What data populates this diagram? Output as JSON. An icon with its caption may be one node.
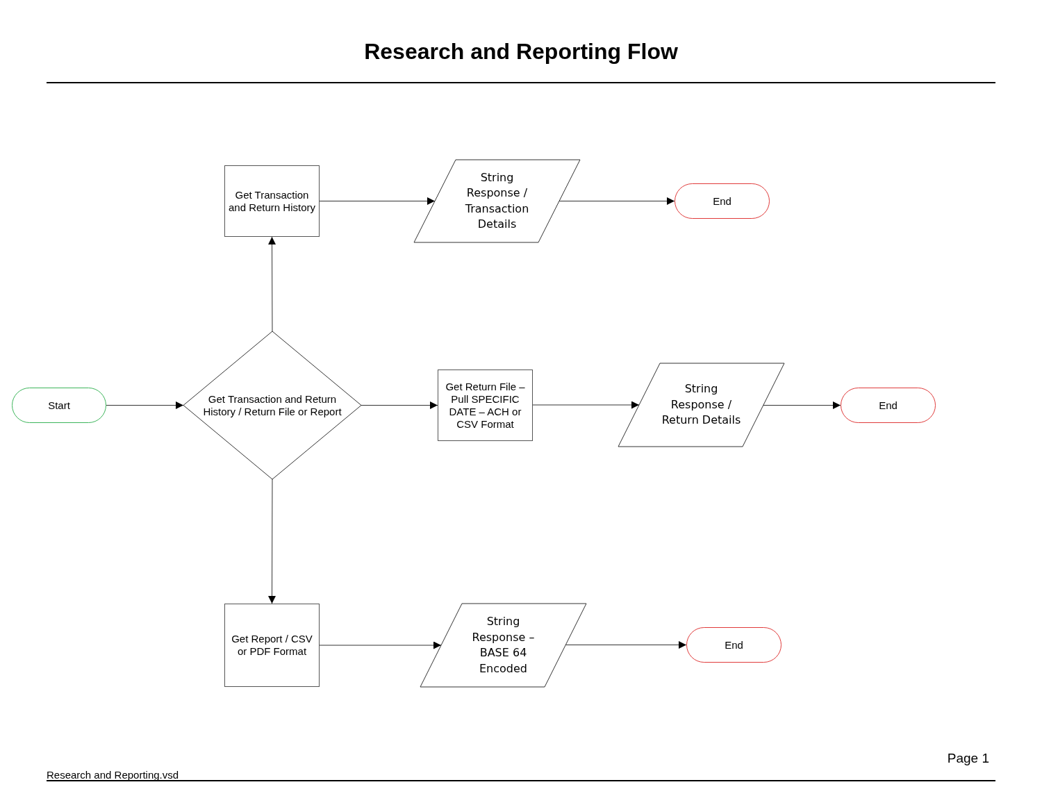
{
  "diagram": {
    "title": "Research and Reporting Flow",
    "nodes": [
      {
        "text": [
          "Start"
        ]
      },
      {
        "text": [
          "Get Transaction and Return History / Return File or Report"
        ]
      },
      {
        "text": [
          "Get Transaction and Return History"
        ]
      },
      {
        "text": [
          "String Response / Transaction Details"
        ]
      },
      {
        "text": [
          "End"
        ]
      },
      {
        "text": [
          "Get Return File – Pull SPECIFIC DATE – ACH or CSV Format"
        ]
      },
      {
        "text": [
          "String Response / Return Details"
        ]
      },
      {
        "text": [
          "End"
        ]
      },
      {
        "text": [
          "Get Report / CSV or PDF Format"
        ]
      },
      {
        "text": [
          "String Response – BASE 64 Encoded"
        ]
      },
      {
        "text": [
          "End"
        ]
      }
    ],
    "edges": [
      {
        "from": 0,
        "to": 1,
        "arrow": "to"
      },
      {
        "from": 1,
        "to": 2,
        "arrow": "to"
      },
      {
        "from": 2,
        "to": 3,
        "arrow": "to"
      },
      {
        "from": 3,
        "to": 4,
        "arrow": "to"
      },
      {
        "from": 1,
        "to": 5,
        "arrow": "to"
      },
      {
        "from": 5,
        "to": 6,
        "arrow": "to"
      },
      {
        "from": 6,
        "to": 7,
        "arrow": "to"
      },
      {
        "from": 1,
        "to": 8,
        "arrow": "to"
      },
      {
        "from": 8,
        "to": 9,
        "arrow": "to"
      },
      {
        "from": 9,
        "to": 10,
        "arrow": "to"
      }
    ],
    "labels": [
      "Page 1",
      "Research and Reporting.vsd"
    ]
  }
}
